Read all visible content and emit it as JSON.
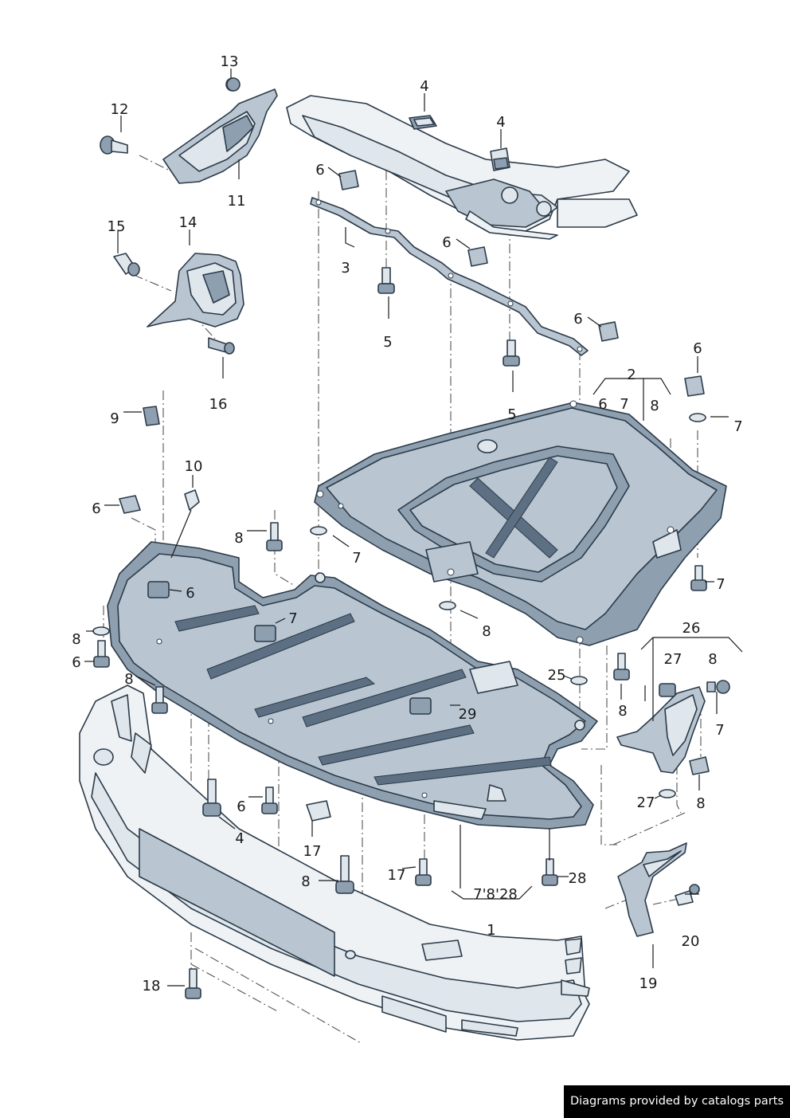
{
  "labels": [
    {
      "id": "c13",
      "text": "13"
    },
    {
      "id": "c12",
      "text": "12"
    },
    {
      "id": "c11",
      "text": "11"
    },
    {
      "id": "c4a",
      "text": "4"
    },
    {
      "id": "c4b",
      "text": "4"
    },
    {
      "id": "c6a",
      "text": "6"
    },
    {
      "id": "c3",
      "text": "3"
    },
    {
      "id": "c6b",
      "text": "6"
    },
    {
      "id": "c5a",
      "text": "5"
    },
    {
      "id": "c6c",
      "text": "6"
    },
    {
      "id": "c15",
      "text": "15"
    },
    {
      "id": "c14",
      "text": "14"
    },
    {
      "id": "c16",
      "text": "16"
    },
    {
      "id": "c2",
      "text": "2"
    },
    {
      "id": "c6g2",
      "text": "6"
    },
    {
      "id": "c7g2",
      "text": "7"
    },
    {
      "id": "c8g2",
      "text": "8"
    },
    {
      "id": "c6d",
      "text": "6"
    },
    {
      "id": "c7a",
      "text": "7"
    },
    {
      "id": "c5b",
      "text": "5"
    },
    {
      "id": "c9",
      "text": "9"
    },
    {
      "id": "c10",
      "text": "10"
    },
    {
      "id": "c6e",
      "text": "6"
    },
    {
      "id": "c8a",
      "text": "8"
    },
    {
      "id": "c7b",
      "text": "7"
    },
    {
      "id": "c8b",
      "text": "8"
    },
    {
      "id": "c6f",
      "text": "6"
    },
    {
      "id": "c6g",
      "text": "6"
    },
    {
      "id": "c7c",
      "text": "7"
    },
    {
      "id": "c8c",
      "text": "8"
    },
    {
      "id": "c8d",
      "text": "8"
    },
    {
      "id": "c7d",
      "text": "7"
    },
    {
      "id": "c25",
      "text": "25"
    },
    {
      "id": "c26",
      "text": "26"
    },
    {
      "id": "c27a",
      "text": "27"
    },
    {
      "id": "c8e",
      "text": "8"
    },
    {
      "id": "c8f",
      "text": "8"
    },
    {
      "id": "c6h",
      "text": "6"
    },
    {
      "id": "c29",
      "text": "29"
    },
    {
      "id": "c7e",
      "text": "7"
    },
    {
      "id": "c27b",
      "text": "27"
    },
    {
      "id": "c8g",
      "text": "8"
    },
    {
      "id": "c17a",
      "text": "17"
    },
    {
      "id": "c4c",
      "text": "4"
    },
    {
      "id": "c17b",
      "text": "17"
    },
    {
      "id": "c8h",
      "text": "8"
    },
    {
      "id": "c28",
      "text": "28"
    },
    {
      "id": "cgroup",
      "text": "7'8'28"
    },
    {
      "id": "c1",
      "text": "1"
    },
    {
      "id": "c20",
      "text": "20"
    },
    {
      "id": "c19",
      "text": "19"
    },
    {
      "id": "c18",
      "text": "18"
    }
  ],
  "credit": "Diagrams provided by catalogs parts"
}
